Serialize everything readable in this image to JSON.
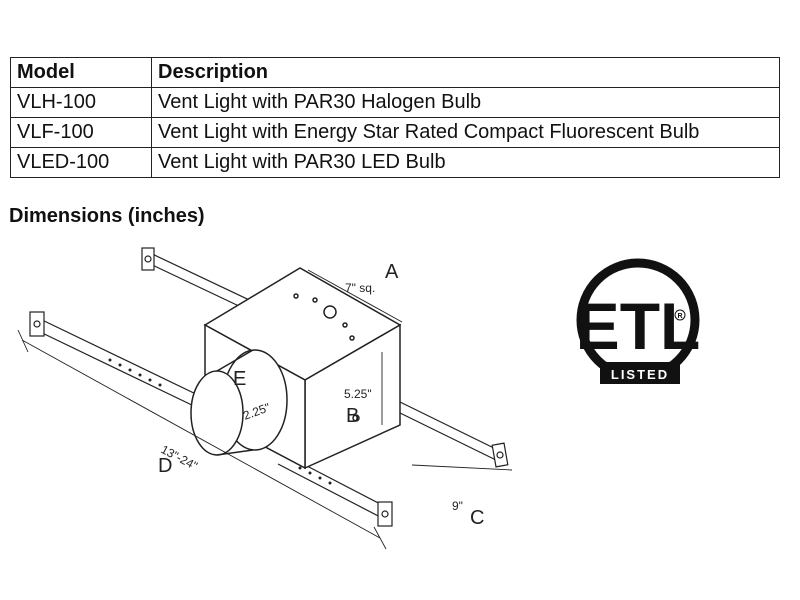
{
  "table": {
    "headers": {
      "model": "Model",
      "description": "Description"
    },
    "rows": [
      {
        "model": "VLH-100",
        "description": "Vent Light with PAR30 Halogen Bulb"
      },
      {
        "model": "VLF-100",
        "description": "Vent Light with Energy Star Rated Compact Fluorescent Bulb"
      },
      {
        "model": "VLED-100",
        "description": "Vent Light with PAR30 LED Bulb"
      }
    ]
  },
  "dimensions": {
    "heading": "Dimensions (inches)",
    "labels": {
      "A": "A",
      "A_value": "7\" sq.",
      "B": "B",
      "B_value": "5.25\"",
      "C": "C",
      "C_value": "9\"",
      "D": "D",
      "D_value": "13\"-24\"",
      "E": "E",
      "E_value": "2.25\""
    }
  },
  "etl_logo": {
    "mark": "ETL",
    "listed": "LISTED",
    "registered": "R"
  }
}
